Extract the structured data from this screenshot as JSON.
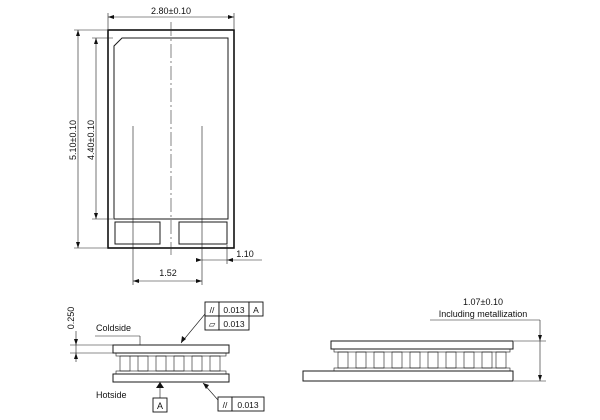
{
  "top_view": {
    "width_dim": "2.80±0.10",
    "height_outer_dim": "5.10±0.10",
    "height_inner_dim": "4.40±0.10",
    "pad_spacing_dim": "1.52",
    "pad_width_dim": "1.10"
  },
  "side_view_left": {
    "thickness_dim": "0.250",
    "coldside_label": "Coldside",
    "hotside_label": "Hotside",
    "fcf_parallel_symbol": "//",
    "fcf_parallel_value": "0.013",
    "fcf_datum_ref": "A",
    "fcf_flatness_symbol": "⏥",
    "fcf_flatness_value": "0.013",
    "datum_label": "A",
    "fcf_bottom_symbol": "//",
    "fcf_bottom_value": "0.013"
  },
  "side_view_right": {
    "height_dim": "1.07±0.10",
    "height_note": "Including metallization"
  }
}
